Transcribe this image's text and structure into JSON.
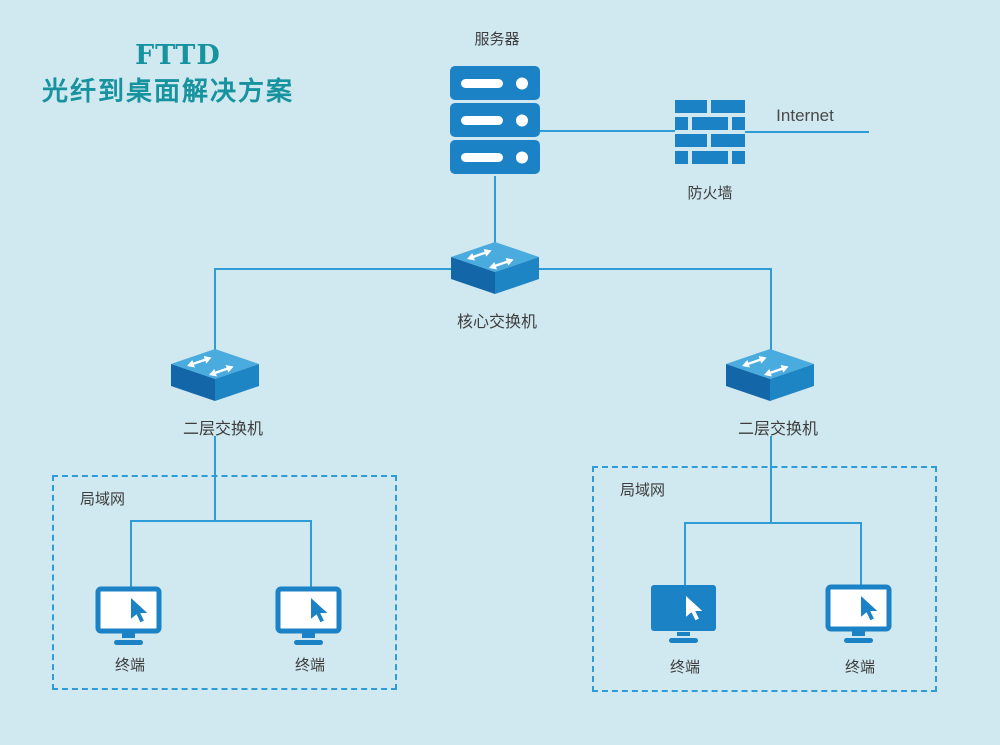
{
  "title": {
    "line1": "FTTD",
    "line2": "光纤到桌面解决方案"
  },
  "diagram": {
    "server_label": "服务器",
    "firewall_label": "防火墙",
    "internet_label": "Internet",
    "core_switch_label": "核心交换机",
    "l2_switch_left_label": "二层交换机",
    "l2_switch_right_label": "二层交换机",
    "lan_left_label": "局域网",
    "lan_right_label": "局域网",
    "terminals": [
      "终端",
      "终端",
      "终端",
      "终端"
    ]
  },
  "colors": {
    "background": "#d0e8ef",
    "icon_primary": "#1b82c5",
    "switch_top": "#4aabde",
    "switch_left_face": "#1366a8",
    "switch_right_face": "#1e85c4",
    "connector_line": "#2f9cd6",
    "title_text": "#16939f",
    "label_text": "#3d3d3d"
  }
}
